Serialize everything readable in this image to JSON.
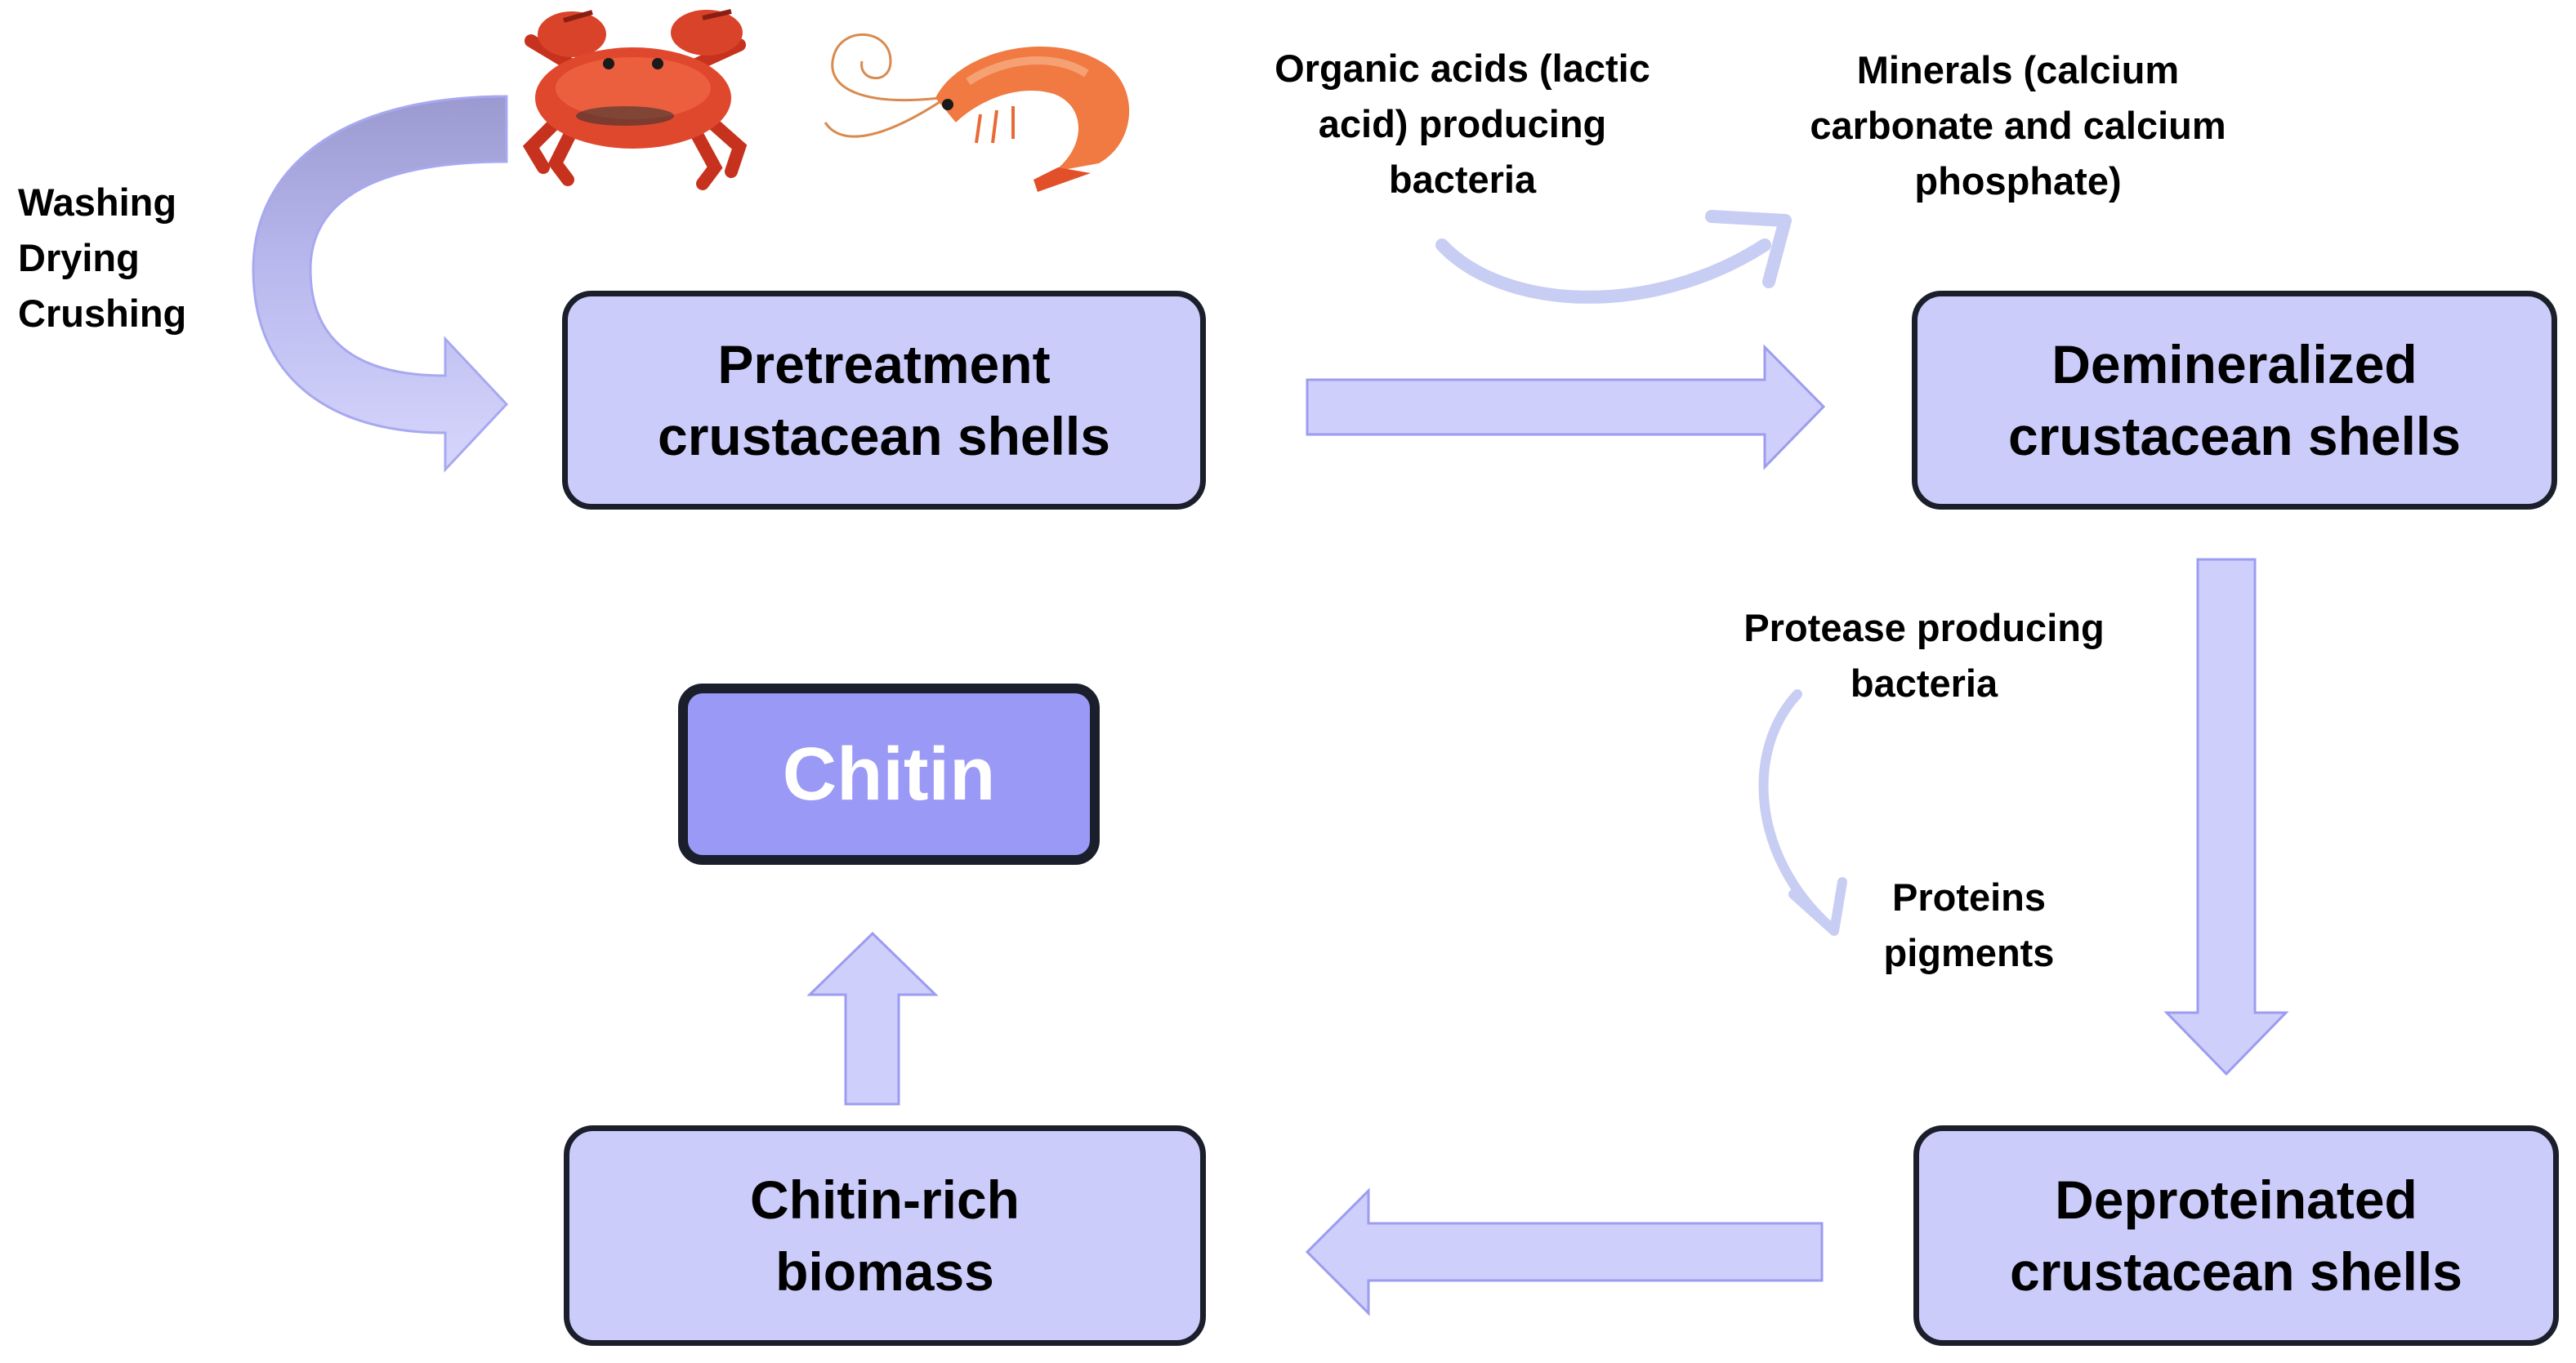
{
  "diagram": {
    "colors": {
      "box_fill": "#ccccfb",
      "box_border": "#1a1f2b",
      "final_fill": "#9a99f6",
      "arrow_fill": "#cfcffb",
      "arrow_stroke": "#9c9cf0",
      "curve_arrow": "#c8cdf3"
    },
    "nodes": {
      "pretreatment": "Pretreatment\ncrustacean shells",
      "demineralized": "Demineralized\ncrustacean shells",
      "deproteinated": "Deproteinated\ncrustacean shells",
      "biomass": "Chitin-rich\nbiomass",
      "chitin": "Chitin"
    },
    "annotations": {
      "pretreatment_steps": "Washing\nDrying\nCrushing",
      "organic_acids": "Organic acids (lactic\nacid) producing\nbacteria",
      "minerals": "Minerals (calcium\ncarbonate and calcium\nphosphate)",
      "protease": "Protease producing\nbacteria",
      "proteins": "Proteins\npigments"
    },
    "images": {
      "crab": "crab-icon",
      "shrimp": "shrimp-icon"
    }
  }
}
